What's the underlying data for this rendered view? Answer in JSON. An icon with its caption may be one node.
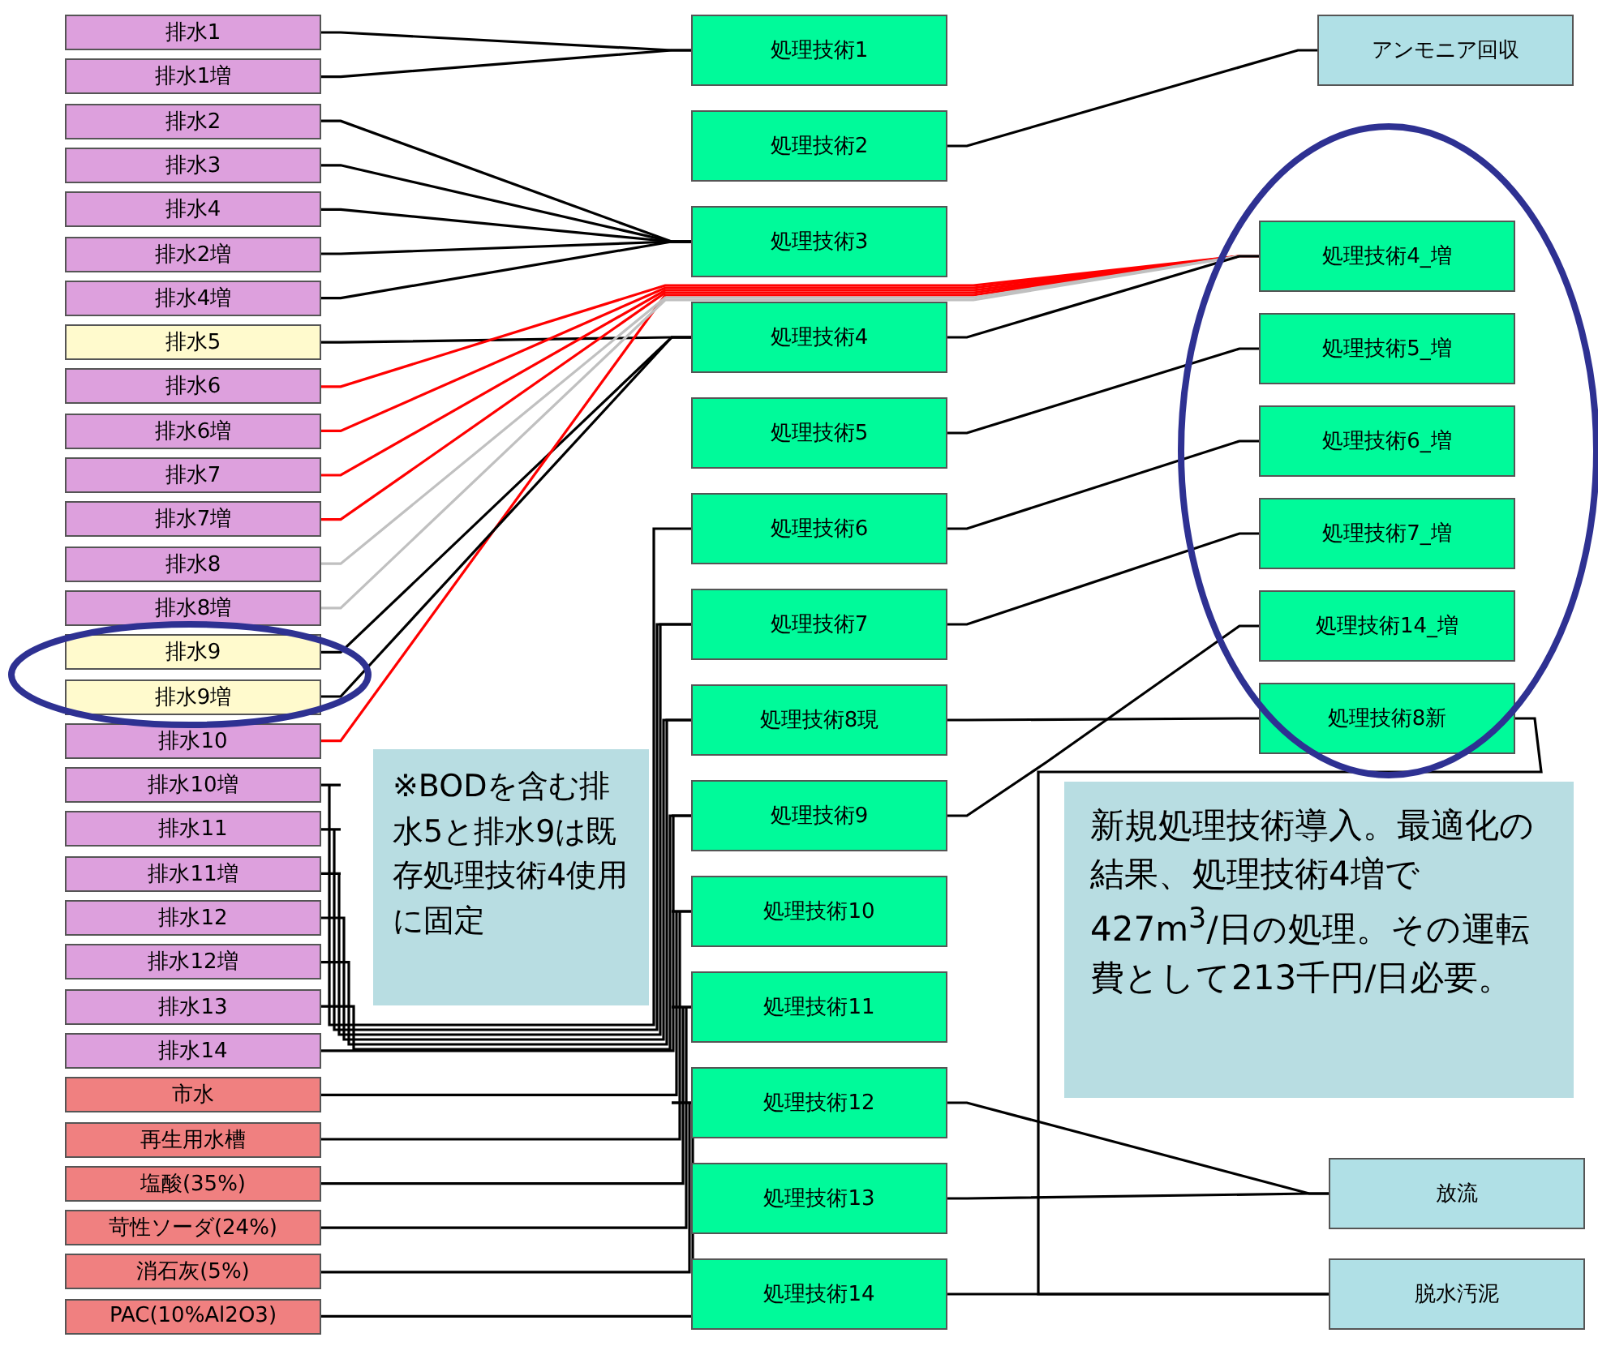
{
  "diagram": {
    "nodes": [
      {
        "text": [
          "排水1"
        ]
      },
      {
        "text": [
          "排水1増"
        ]
      },
      {
        "text": [
          "排水2"
        ]
      },
      {
        "text": [
          "排水3"
        ]
      },
      {
        "text": [
          "排水4"
        ]
      },
      {
        "text": [
          "排水2増"
        ]
      },
      {
        "text": [
          "排水4増"
        ]
      },
      {
        "text": [
          "排水5"
        ]
      },
      {
        "text": [
          "排水6"
        ]
      },
      {
        "text": [
          "排水6増"
        ]
      },
      {
        "text": [
          "排水7"
        ]
      },
      {
        "text": [
          "排水7増"
        ]
      },
      {
        "text": [
          "排水8"
        ]
      },
      {
        "text": [
          "排水8増"
        ]
      },
      {
        "text": [
          "排水9"
        ]
      },
      {
        "text": [
          "排水9増"
        ]
      },
      {
        "text": [
          "排水10"
        ]
      },
      {
        "text": [
          "排水10増"
        ]
      },
      {
        "text": [
          "排水11"
        ]
      },
      {
        "text": [
          "排水11増"
        ]
      },
      {
        "text": [
          "排水12"
        ]
      },
      {
        "text": [
          "排水12増"
        ]
      },
      {
        "text": [
          "排水13"
        ]
      },
      {
        "text": [
          "排水14"
        ]
      },
      {
        "text": [
          "市水"
        ]
      },
      {
        "text": [
          "再生用水槽"
        ]
      },
      {
        "text": [
          "塩酸(35%)"
        ]
      },
      {
        "text": [
          "苛性ソーダ(24%)"
        ]
      },
      {
        "text": [
          "消石灰(5%)"
        ]
      },
      {
        "text": [
          "PAC(10%Al2O3)"
        ]
      },
      {
        "text": [
          "処理技術1"
        ]
      },
      {
        "text": [
          "処理技術2"
        ]
      },
      {
        "text": [
          "処理技術3"
        ]
      },
      {
        "text": [
          "処理技術4"
        ]
      },
      {
        "text": [
          "処理技術5"
        ]
      },
      {
        "text": [
          "処理技術6"
        ]
      },
      {
        "text": [
          "処理技術7"
        ]
      },
      {
        "text": [
          "処理技術8現"
        ]
      },
      {
        "text": [
          "処理技術9"
        ]
      },
      {
        "text": [
          "処理技術10"
        ]
      },
      {
        "text": [
          "処理技術11"
        ]
      },
      {
        "text": [
          "処理技術12"
        ]
      },
      {
        "text": [
          "処理技術13"
        ]
      },
      {
        "text": [
          "処理技術14"
        ]
      },
      {
        "text": [
          "アンモニア回収"
        ]
      },
      {
        "text": [
          "処理技術4_増"
        ]
      },
      {
        "text": [
          "処理技術5_増"
        ]
      },
      {
        "text": [
          "処理技術6_増"
        ]
      },
      {
        "text": [
          "処理技術7_増"
        ]
      },
      {
        "text": [
          "処理技術14_増"
        ]
      },
      {
        "text": [
          "処理技術8新"
        ]
      },
      {
        "text": [
          "放流"
        ]
      },
      {
        "text": [
          "脱水汚泥"
        ]
      },
      {
        "text": [
          "※BODを含む排水5と排水9は既存処理技術4使用に固定"
        ]
      },
      {
        "text": [
          "新規処理技術導入。最適化の結果、処理技術4増で427m$^{3}$/日の処理。その運転費として213千円/日必要。"
        ]
      }
    ],
    "edges": [
      {
        "from": 0,
        "to": 30,
        "arrow": "none"
      },
      {
        "from": 1,
        "to": 30,
        "arrow": "none"
      },
      {
        "from": 2,
        "to": 32,
        "arrow": "none"
      },
      {
        "from": 3,
        "to": 32,
        "arrow": "none"
      },
      {
        "from": 4,
        "to": 32,
        "arrow": "none"
      },
      {
        "from": 5,
        "to": 32,
        "arrow": "none"
      },
      {
        "from": 6,
        "to": 32,
        "arrow": "none"
      },
      {
        "from": 7,
        "to": 33,
        "arrow": "none"
      },
      {
        "from": 14,
        "to": 33,
        "arrow": "none"
      },
      {
        "from": 8,
        "to": 45,
        "arrow": "none",
        "color": "#ff0000"
      },
      {
        "from": 9,
        "to": 45,
        "arrow": "none",
        "color": "#ff0000"
      },
      {
        "from": 10,
        "to": 45,
        "arrow": "none",
        "color": "#ff0000"
      },
      {
        "from": 11,
        "to": 45,
        "arrow": "none",
        "color": "#ff0000"
      },
      {
        "from": 16,
        "to": 45,
        "arrow": "none",
        "color": "#ff0000"
      },
      {
        "from": 12,
        "to": 45,
        "arrow": "none",
        "color": "#c0c0c0"
      },
      {
        "from": 13,
        "to": 45,
        "arrow": "none",
        "color": "#c0c0c0"
      },
      {
        "from": 15,
        "to": 33,
        "arrow": "none"
      },
      {
        "from": 17,
        "to": 35,
        "arrow": "none"
      },
      {
        "from": 18,
        "to": 36,
        "arrow": "none"
      },
      {
        "from": 19,
        "to": 36,
        "arrow": "none"
      },
      {
        "from": 20,
        "to": 37,
        "arrow": "none"
      },
      {
        "from": 21,
        "to": 37,
        "arrow": "none"
      },
      {
        "from": 22,
        "to": 38,
        "arrow": "none"
      },
      {
        "from": 23,
        "to": 38,
        "arrow": "none"
      },
      {
        "from": 24,
        "to": 39,
        "arrow": "none"
      },
      {
        "from": 25,
        "to": 39,
        "arrow": "none"
      },
      {
        "from": 26,
        "to": 40,
        "arrow": "none"
      },
      {
        "from": 27,
        "to": 40,
        "arrow": "none"
      },
      {
        "from": 28,
        "to": 41,
        "arrow": "none"
      },
      {
        "from": 29,
        "to": 41,
        "arrow": "none"
      },
      {
        "from": 31,
        "to": 44,
        "arrow": "none"
      },
      {
        "from": 33,
        "to": 45,
        "arrow": "none"
      },
      {
        "from": 34,
        "to": 46,
        "arrow": "none"
      },
      {
        "from": 35,
        "to": 47,
        "arrow": "none"
      },
      {
        "from": 36,
        "to": 48,
        "arrow": "none"
      },
      {
        "from": 38,
        "to": 49,
        "arrow": "none"
      },
      {
        "from": 37,
        "to": 50,
        "arrow": "none"
      },
      {
        "from": 41,
        "to": 51,
        "arrow": "none"
      },
      {
        "from": 42,
        "to": 51,
        "arrow": "none"
      },
      {
        "from": 43,
        "to": 52,
        "arrow": "none"
      },
      {
        "from": 50,
        "to": 52,
        "arrow": "none"
      }
    ]
  }
}
